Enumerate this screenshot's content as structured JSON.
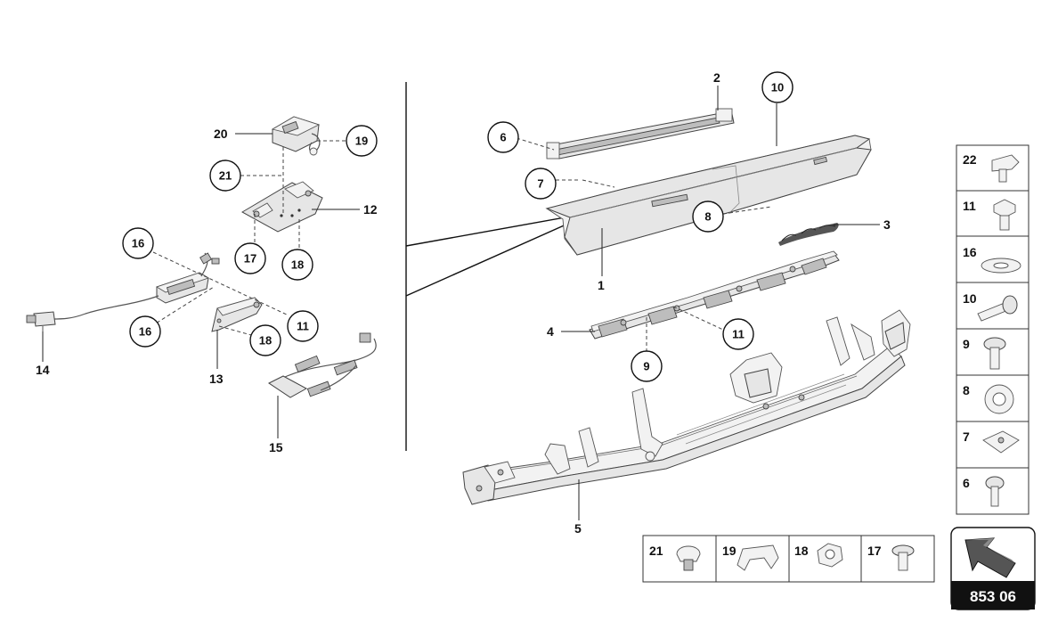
{
  "labels": {
    "p1": "1",
    "p2": "2",
    "p3": "3",
    "p4": "4",
    "p5": "5",
    "p12": "12",
    "p13": "13",
    "p14": "14",
    "p15": "15",
    "p20": "20"
  },
  "callouts": {
    "c6": "6",
    "c7": "7",
    "c8": "8",
    "c9": "9",
    "c10": "10",
    "c11a": "11",
    "c11b": "11",
    "c16a": "16",
    "c16b": "16",
    "c17": "17",
    "c18a": "18",
    "c18b": "18",
    "c19": "19",
    "c21": "21"
  },
  "legend_right": [
    "22",
    "11",
    "16",
    "10",
    "9",
    "8",
    "7",
    "6"
  ],
  "legend_bottom": [
    "21",
    "19",
    "18",
    "17"
  ],
  "diagram_code": "853 06"
}
